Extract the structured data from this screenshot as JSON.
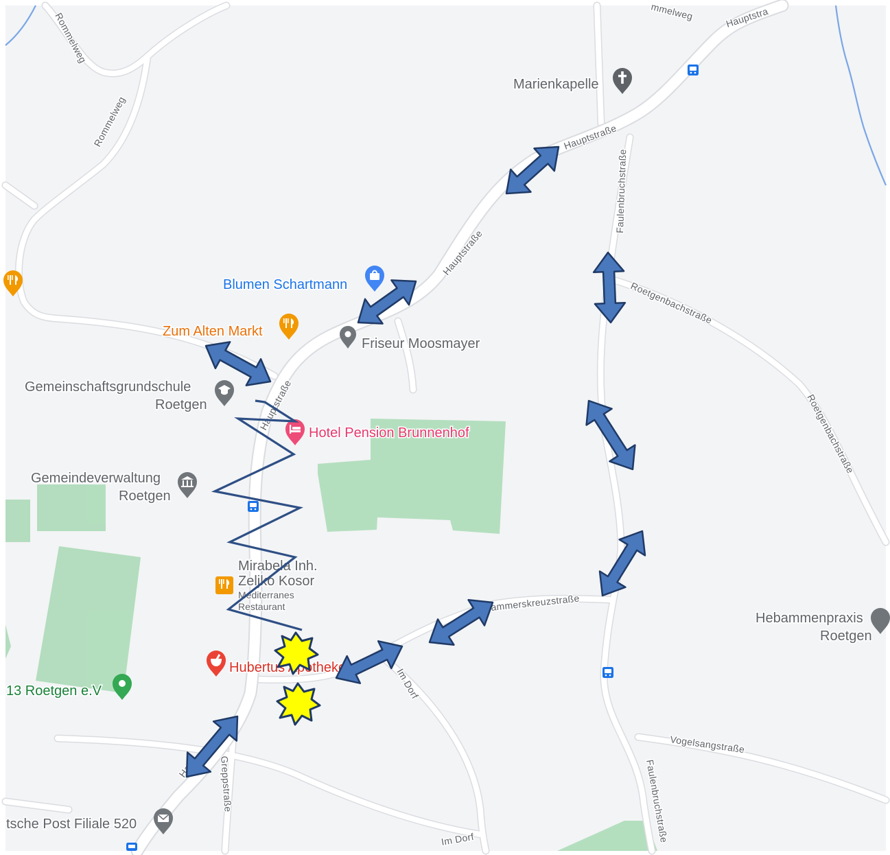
{
  "colors": {
    "background": "#f3f4f6",
    "road": "#ffffff",
    "road_edge": "#dadce0",
    "water": "#7aa6e6",
    "park": "#a8dab5",
    "arrow_fill": "#4a78bd",
    "arrow_stroke": "#1f3a66",
    "zigzag": "#2e4f85",
    "star_fill": "#ffff00",
    "star_stroke": "#1f3a66",
    "poi_gray": "#5f6368",
    "poi_orange": "#e8710a",
    "poi_blue": "#1a73e8",
    "poi_pink": "#e5386d",
    "poi_red": "#d93025",
    "poi_green": "#188038",
    "transit": "#1a73e8"
  },
  "streets": {
    "rommelweg_top": "Rommelweg",
    "rommelweg_mid": "Rommelweg",
    "rommelweg_ne": "mmelweg",
    "hauptstrasse_top": "Hauptstra",
    "hauptstrasse_1": "Hauptstraße",
    "hauptstrasse_2": "Hauptstraße",
    "hauptstrasse_3": "Hauptstraße",
    "hauptstrasse_south": "Ha",
    "faulenbruchstrasse_north": "Faulenbruchstraße",
    "faulenbruchstrasse_south": "Faulenbruchstraße",
    "roetgenbachstrasse_1": "Roetgenbachstraße",
    "roetgenbachstrasse_2": "Roetgenbachstraße",
    "hammerskreuzstrasse": "ammerskreuzstraße",
    "im_dorf_1": "Im Dorf",
    "im_dorf_2": "Im Dorf",
    "vogelsangstrasse": "Vogelsangstraße",
    "greppstrasse": "Greppstraße"
  },
  "pois": {
    "marienkapelle": "Marienkapelle",
    "blumen": "Blumen Schartmann",
    "zum_alten_markt": "Zum Alten Markt",
    "friseur": "Friseur Moosmayer",
    "grundschule_1": "Gemeinschaftsgrundschule",
    "grundschule_2": "Roetgen",
    "hotel": "Hotel Pension Brunnenhof",
    "gemeinde_1": "Gemeindeverwaltung",
    "gemeinde_2": "Roetgen",
    "mirabela_1": "Mirabela Inh.",
    "mirabela_2": "Zeljko Kosor",
    "mirabela_3": "Mediterranes",
    "mirabela_4": "Restaurant",
    "apotheke": "Hubertus Apotheke",
    "verein": "13 Roetgen e.V",
    "hebammen_1": "Hebammenpraxis",
    "hebammen_2": "Roetgen",
    "post": "tsche Post Filiale 520"
  },
  "icons": {
    "chapel": "chapel-cross-icon",
    "shopping": "shopping-bag-icon",
    "restaurant": "fork-knife-icon",
    "pin": "map-pin-icon",
    "school": "graduation-cap-icon",
    "hotel": "bed-icon",
    "government": "government-building-icon",
    "pharmacy": "mortar-pestle-icon",
    "mail": "envelope-icon",
    "bus": "bus-stop-icon",
    "arrow": "double-headed-arrow",
    "star": "explosion-star",
    "zigzag": "zigzag-line"
  }
}
